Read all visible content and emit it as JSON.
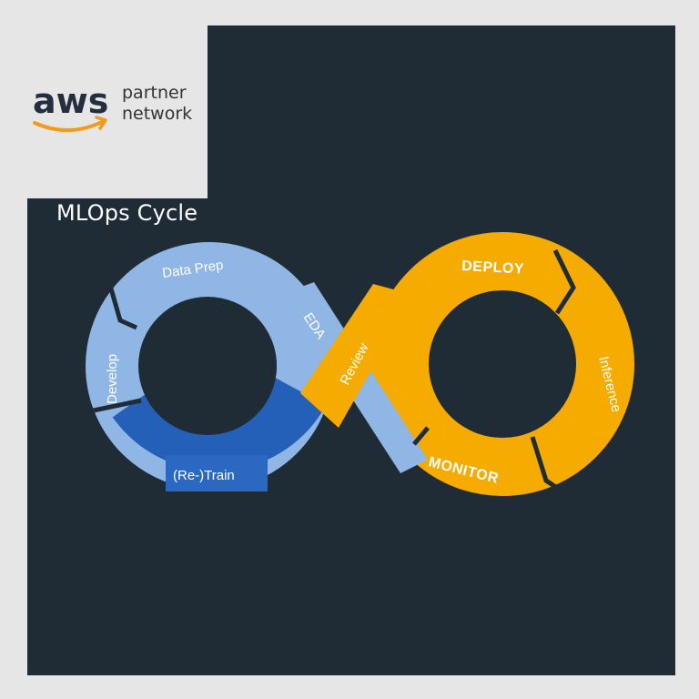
{
  "logo": {
    "brand": "aws",
    "line1": "partner",
    "line2": "network"
  },
  "title": "MLOps Cycle",
  "segments": {
    "data_prep": "Data Prep",
    "develop": "Develop",
    "retrain": "(Re-)Train",
    "eda": "EDA",
    "review": "Review",
    "deploy": "DEPLOY",
    "inference": "Inference",
    "monitor": "MONITOR"
  },
  "colors": {
    "background": "#1f2b35",
    "light_blue": "#8fb6e4",
    "dark_blue": "#2560b8",
    "orange": "#f5ab00",
    "aws_orange": "#f29a1d",
    "aws_text": "#232f3e"
  }
}
